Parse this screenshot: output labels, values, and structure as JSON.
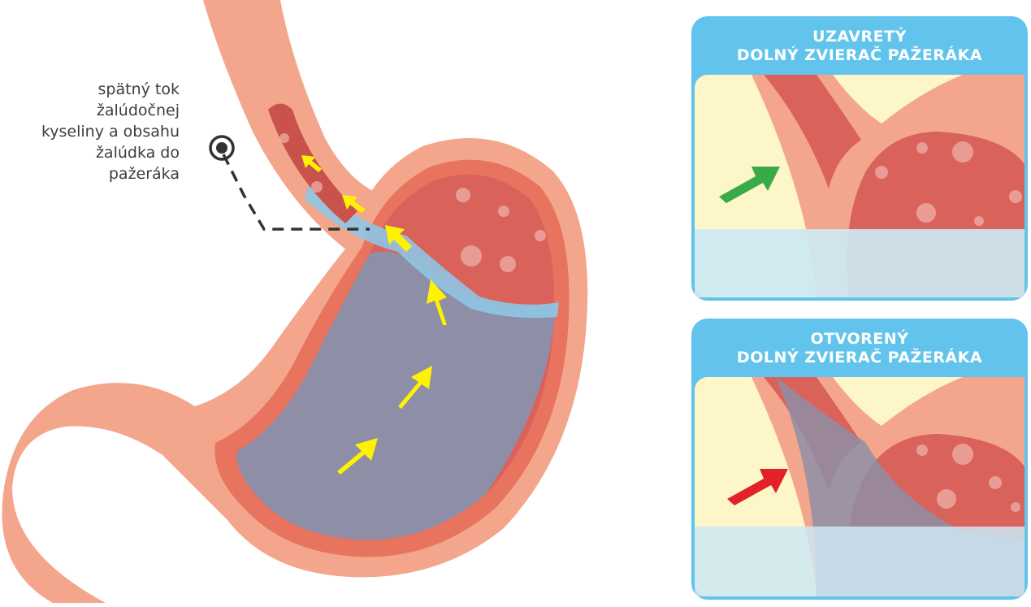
{
  "annotation": {
    "lines": [
      "spätný tok",
      "žalúdočnej",
      "kyseliny a obsahu",
      "žalúdka do",
      "pažeráka"
    ],
    "marker_icon": "target-icon"
  },
  "panels": [
    {
      "title_line1": "UZAVRETÝ",
      "title_line2": "DOLNÝ ZVIERAČ PAŽERÁKA",
      "state": "closed",
      "arrow_icon": "arrow-up-right-icon",
      "arrow_color": "#3aaa46"
    },
    {
      "title_line1": "OTVORENÝ",
      "title_line2": "DOLNÝ ZVIERAČ PAŽERÁKA",
      "state": "open",
      "arrow_icon": "arrow-up-right-icon",
      "arrow_color": "#e22229"
    }
  ],
  "colors": {
    "tissue_outer": "#f4a68c",
    "tissue_mid": "#f0866f",
    "lining": "#e8735f",
    "stomach_air": "#d9625b",
    "stomach_fluid": "#8e8fa6",
    "acid_layer": "#8fc5e3",
    "reflux_arrow": "#fff200",
    "panel_frame": "#62c4ec",
    "panel_bg": "#fcf6c8",
    "panel_fluid": "#cde8f3"
  }
}
